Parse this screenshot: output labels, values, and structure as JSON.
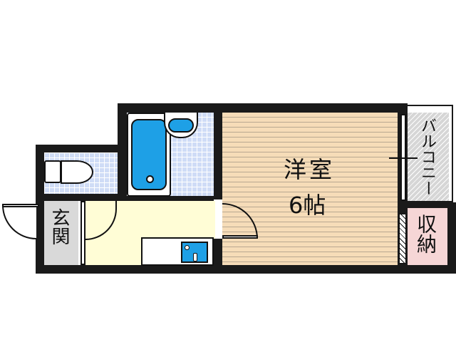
{
  "floorplan": {
    "rooms": {
      "western_room": {
        "name": "洋室",
        "size": "6帖",
        "floor": "wood",
        "color": "#f6dcb8"
      },
      "entrance": {
        "name": "玄関",
        "color": "#d9d9d9"
      },
      "balcony": {
        "name": "バルコニー",
        "color": "#d6d6d6"
      },
      "storage": {
        "name": "収納",
        "color": "#f6d6d6"
      },
      "kitchen": {
        "color": "#fffdd6"
      },
      "bathroom": {
        "color": "#cfdcf6"
      },
      "toilet": {
        "color": "#cfdcf6"
      }
    },
    "fixtures": [
      "bathtub",
      "washbasin",
      "toilet",
      "kitchen-sink"
    ],
    "colors": {
      "wall": "#1a1a1a",
      "fixture_blue": "#1ea0e6",
      "tile": "#cfdcf6"
    }
  }
}
